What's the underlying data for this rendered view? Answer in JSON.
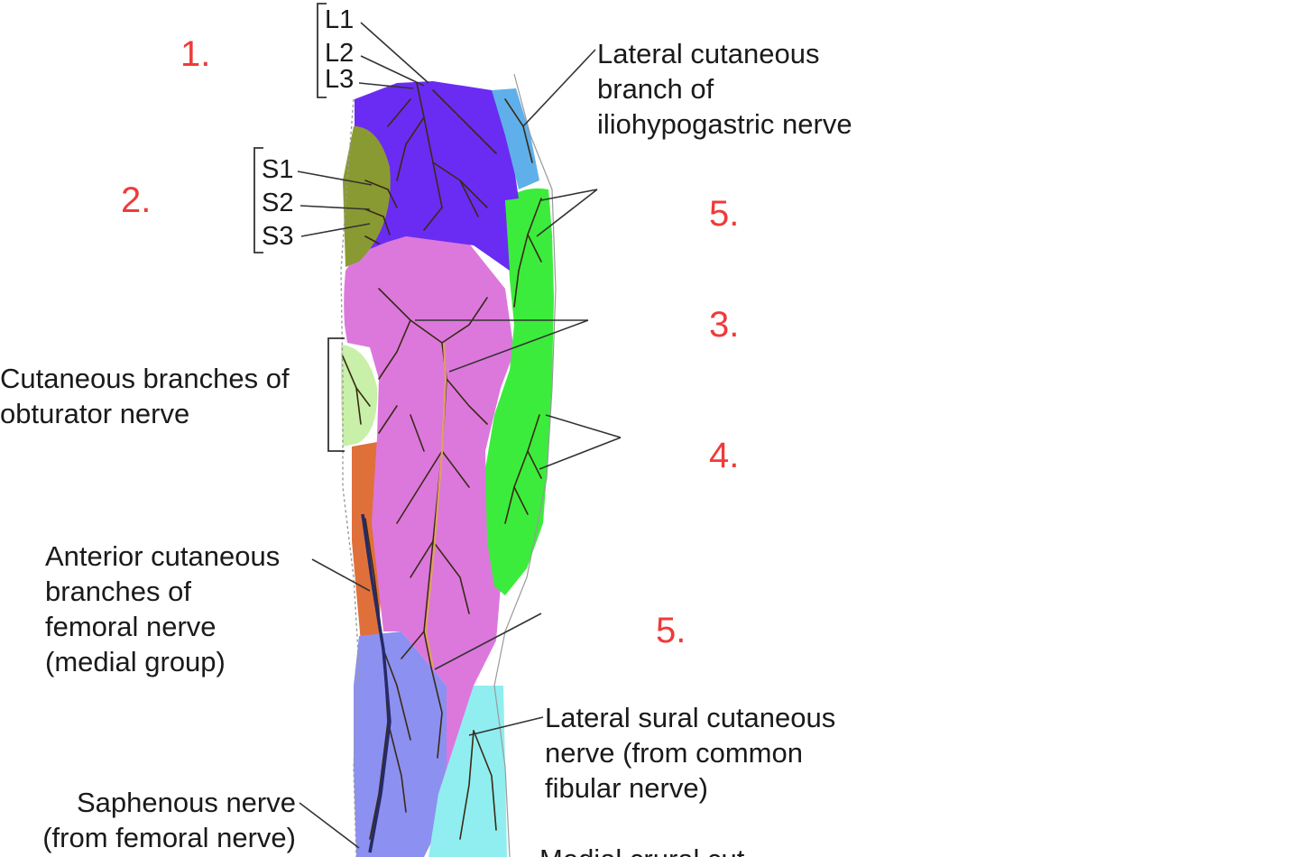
{
  "labels": {
    "lat_cut_ilio": [
      "Lateral cutaneous",
      "branch of",
      "iliohypogastric nerve"
    ],
    "obturator": [
      "Cutaneous branches of",
      "obturator nerve"
    ],
    "femoral_ant": [
      "Anterior cutaneous",
      "branches of",
      "femoral nerve",
      "(medial group)"
    ],
    "lat_sural": [
      "Lateral sural cutaneous",
      "nerve (from common",
      "fibular nerve)"
    ],
    "saphenous": [
      "Saphenous nerve",
      "(from femoral nerve)"
    ],
    "cut_bottom": "Medial crural cut"
  },
  "segments": {
    "lumbar": [
      "L1",
      "L2",
      "L3"
    ],
    "sacral": [
      "S1",
      "S2",
      "S3"
    ]
  },
  "numbers": [
    "1.",
    "2.",
    "5.",
    "3.",
    "4.",
    "5."
  ],
  "colors": {
    "l1_zone": "#6a2cf2",
    "lateral_strip": "#5fb0ea",
    "sacral_zone": "#8a9a32",
    "femoral_zone": "#dc78dc",
    "lateral_femoral_zone": "#3cec3c",
    "obturator_zone": "#c8f0a8",
    "medial_strip": "#e0703a",
    "saphenous_zone": "#8c90f0",
    "sural_zone": "#90eef0",
    "nerve_line": "#3a2a14",
    "number_red": "#f03a3a"
  }
}
